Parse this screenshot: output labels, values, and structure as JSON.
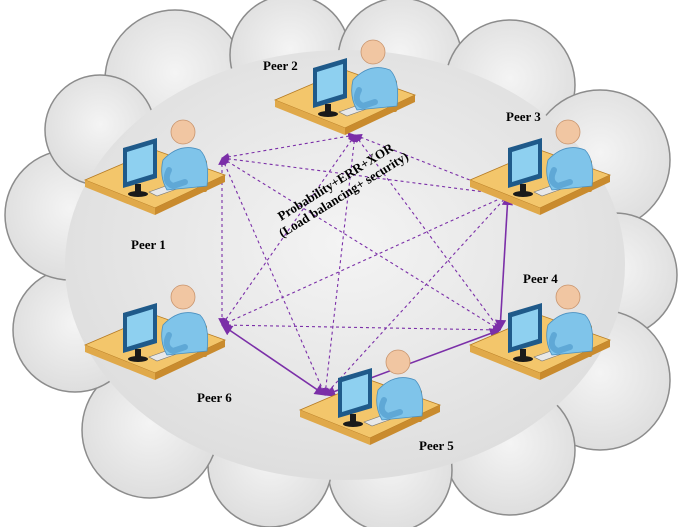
{
  "colors": {
    "cloud_fill": "#e6e6e6",
    "cloud_stroke": "#8c8c8c",
    "link": "#7b2fa8",
    "desk_top": "#f3c66b",
    "desk_side": "#c98b2e",
    "monitor": "#1f5a8a",
    "screen": "#8ed0f0",
    "shirt": "#7fc4ea",
    "head": "#f1c6a2"
  },
  "peers": [
    {
      "id": "peer1",
      "label": "Peer 1"
    },
    {
      "id": "peer2",
      "label": "Peer 2"
    },
    {
      "id": "peer3",
      "label": "Peer 3"
    },
    {
      "id": "peer4",
      "label": "Peer 4"
    },
    {
      "id": "peer5",
      "label": "Peer 5"
    },
    {
      "id": "peer6",
      "label": "Peer 6"
    }
  ],
  "links": [
    {
      "from": "peer1",
      "to": "peer6",
      "style": "dashed"
    },
    {
      "from": "peer1",
      "to": "peer3",
      "style": "dashed"
    },
    {
      "from": "peer1",
      "to": "peer4",
      "style": "dashed"
    },
    {
      "from": "peer1",
      "to": "peer5",
      "style": "dashed"
    },
    {
      "from": "peer2",
      "to": "peer1",
      "style": "dashed"
    },
    {
      "from": "peer2",
      "to": "peer6",
      "style": "dashed"
    },
    {
      "from": "peer2",
      "to": "peer5",
      "style": "dashed"
    },
    {
      "from": "peer2",
      "to": "peer3",
      "style": "dashed"
    },
    {
      "from": "peer2",
      "to": "peer4",
      "style": "dashed"
    },
    {
      "from": "peer3",
      "to": "peer6",
      "style": "dashed"
    },
    {
      "from": "peer3",
      "to": "peer5",
      "style": "dashed"
    },
    {
      "from": "peer3",
      "to": "peer4",
      "style": "solid"
    },
    {
      "from": "peer6",
      "to": "peer4",
      "style": "dashed"
    },
    {
      "from": "peer6",
      "to": "peer5",
      "style": "solid"
    },
    {
      "from": "peer4",
      "to": "peer5",
      "style": "solid"
    }
  ],
  "center_label": {
    "line1": "Probability+ERR+XOR",
    "line2": "(Load balancing+ security)"
  }
}
